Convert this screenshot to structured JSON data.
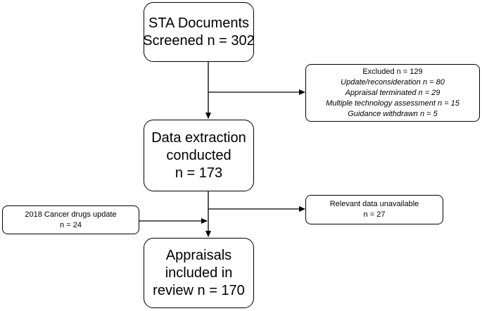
{
  "boxes": {
    "screened": {
      "lines": [
        "STA Documents",
        "Screened n = 302"
      ]
    },
    "excluded": {
      "title": "Excluded n = 129",
      "reasons": [
        "Update/reconsideration n = 80",
        "Appraisal terminated n = 29",
        "Multiple technology assessment n = 15",
        "Guidance withdrawn n = 5"
      ]
    },
    "extraction": {
      "lines": [
        "Data extraction",
        "conducted",
        "n = 173"
      ]
    },
    "unavailable": {
      "lines": [
        "Relevant data unavailable",
        "n = 27"
      ]
    },
    "cancer_update": {
      "lines": [
        "2018 Cancer drugs update",
        "n = 24"
      ]
    },
    "included": {
      "lines": [
        "Appraisals",
        "included in",
        "review n = 170"
      ]
    }
  }
}
